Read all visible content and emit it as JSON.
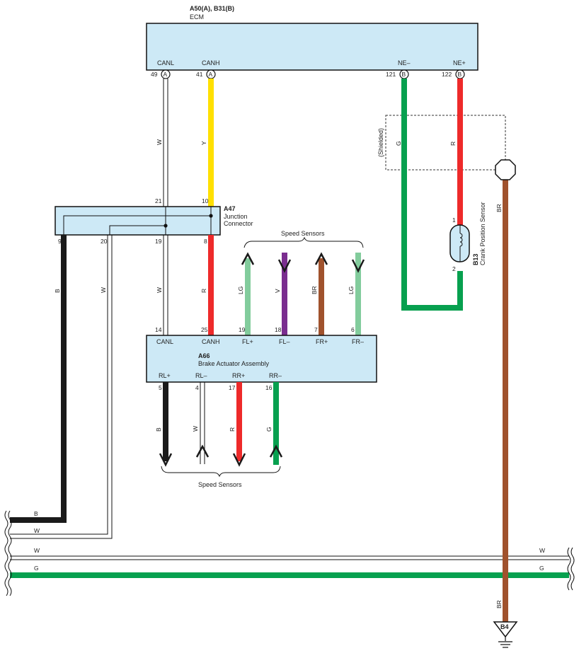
{
  "ecm": {
    "id": "A50(A), B31(B)",
    "name": "ECM",
    "pins": [
      {
        "num": "49",
        "conn": "A",
        "name": "CANL"
      },
      {
        "num": "41",
        "conn": "A",
        "name": "CANH"
      },
      {
        "num": "121",
        "conn": "B",
        "name": "NE–"
      },
      {
        "num": "122",
        "conn": "B",
        "name": "NE+"
      }
    ]
  },
  "junction": {
    "id": "A47",
    "name_line1": "Junction",
    "name_line2": "Connector",
    "pins_top": [
      "21",
      "10"
    ],
    "pins_bottom": [
      "9",
      "20",
      "19",
      "8"
    ]
  },
  "brake": {
    "id": "A66",
    "name": "Brake Actuator Assembly",
    "top_pins": [
      {
        "num": "14",
        "name": "CANL"
      },
      {
        "num": "25",
        "name": "CANH"
      },
      {
        "num": "19",
        "name": "FL+"
      },
      {
        "num": "18",
        "name": "FL–"
      },
      {
        "num": "7",
        "name": "FR+"
      },
      {
        "num": "6",
        "name": "FR–"
      }
    ],
    "bottom_pins": [
      {
        "num": "5",
        "name": "RL+"
      },
      {
        "num": "4",
        "name": "RL–"
      },
      {
        "num": "17",
        "name": "RR+"
      },
      {
        "num": "16",
        "name": "RR–"
      }
    ]
  },
  "sensor": {
    "id": "B13",
    "name": "Crank Position Sensor",
    "pin1": "1",
    "pin2": "2",
    "shielded": "(Shielded)"
  },
  "ground": {
    "id": "B4"
  },
  "speed_sensors_top": "Speed Sensors",
  "speed_sensors_bottom": "Speed Sensors",
  "wire_labels": {
    "canl_upper": "W",
    "canh_upper": "Y",
    "ne_minus": "G",
    "ne_plus": "R",
    "shield": "BR",
    "left_black": "B",
    "left_white": "W",
    "canl_lower": "W",
    "canh_lower": "R",
    "fl_plus": "LG",
    "fl_minus": "V",
    "fr_plus": "BR",
    "fr_minus": "LG",
    "rl_plus": "B",
    "rl_minus": "W",
    "rr_plus": "R",
    "rr_minus": "G",
    "bus_b": "B",
    "bus_w1": "W",
    "bus_w2": "W",
    "bus_w2_right": "W",
    "bus_g": "G",
    "bus_g_right": "G",
    "ground_br": "BR"
  },
  "colors": {
    "box_fill": "#cde9f6",
    "yellow": "#ffe000",
    "red": "#ee2a2a",
    "green": "#07a04f",
    "light_green": "#82cc9c",
    "violet": "#7a2d8f",
    "brown": "#a0522d",
    "black": "#1a1a1a"
  }
}
